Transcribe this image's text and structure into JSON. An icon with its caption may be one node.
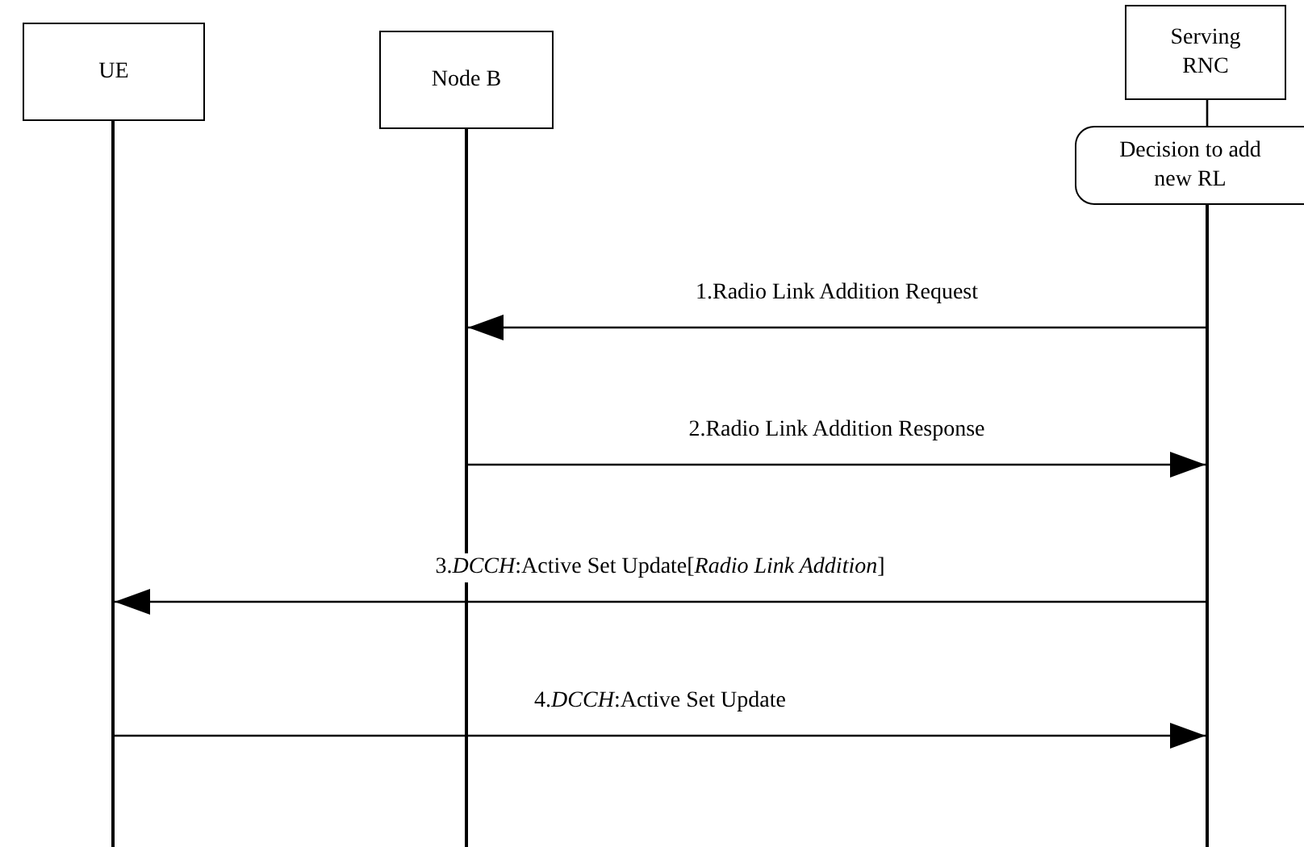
{
  "diagram": {
    "nodes": [
      {
        "text": [
          "UE"
        ]
      },
      {
        "text": [
          "Node B"
        ]
      },
      {
        "text": [
          "Serving RNC"
        ]
      },
      {
        "text": [
          "Decision to add new RL"
        ]
      },
      {
        "text": [],
        "shape": "bar"
      },
      {
        "text": [],
        "shape": "bar"
      },
      {
        "text": [],
        "shape": "bar"
      }
    ],
    "edges": [
      {
        "from": 2,
        "to": 3,
        "arrow": "none"
      },
      {
        "from": 6,
        "to": 5,
        "arrow": "to",
        "label": "1.Radio Link Addition Request"
      },
      {
        "from": 5,
        "to": 6,
        "arrow": "to",
        "label": "2.Radio Link Addition Response"
      },
      {
        "from": 6,
        "to": 4,
        "arrow": "to",
        "label": "3.*DCCH*:Active Set Update[*Radio Link Addition*]"
      },
      {
        "from": 4,
        "to": 6,
        "arrow": "to",
        "label": "4.*DCCH*:Active Set Update"
      }
    ]
  }
}
